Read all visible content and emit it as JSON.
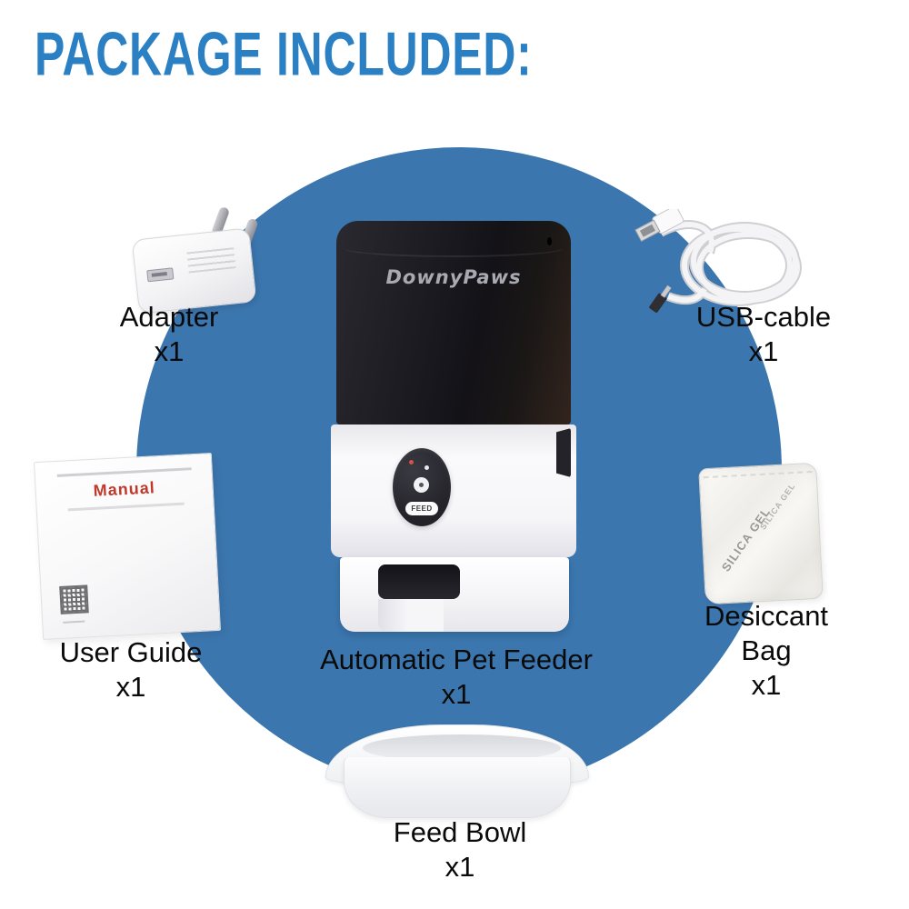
{
  "title": "PACKAGE INCLUDED:",
  "colors": {
    "title_blue": "#2b80c4",
    "circle_blue": "#3b76ae",
    "label_text": "#0a0a0a",
    "manual_red": "#c0392b"
  },
  "items": {
    "adapter": {
      "name": "Adapter",
      "qty": "x1"
    },
    "usb_cable": {
      "name": "USB-cable",
      "qty": "x1"
    },
    "user_guide": {
      "name": "User Guide",
      "qty": "x1"
    },
    "desiccant_bag": {
      "name": "Desiccant Bag",
      "qty": "x1"
    },
    "pet_feeder": {
      "name": "Automatic Pet Feeder",
      "qty": "x1"
    },
    "feed_bowl": {
      "name": "Feed Bowl",
      "qty": "x1"
    }
  },
  "feeder_device": {
    "brand": "DownyPaws",
    "feed_button_label": "FEED"
  },
  "manual": {
    "title": "Manual"
  },
  "desiccant": {
    "label": "SILICA GEL"
  }
}
